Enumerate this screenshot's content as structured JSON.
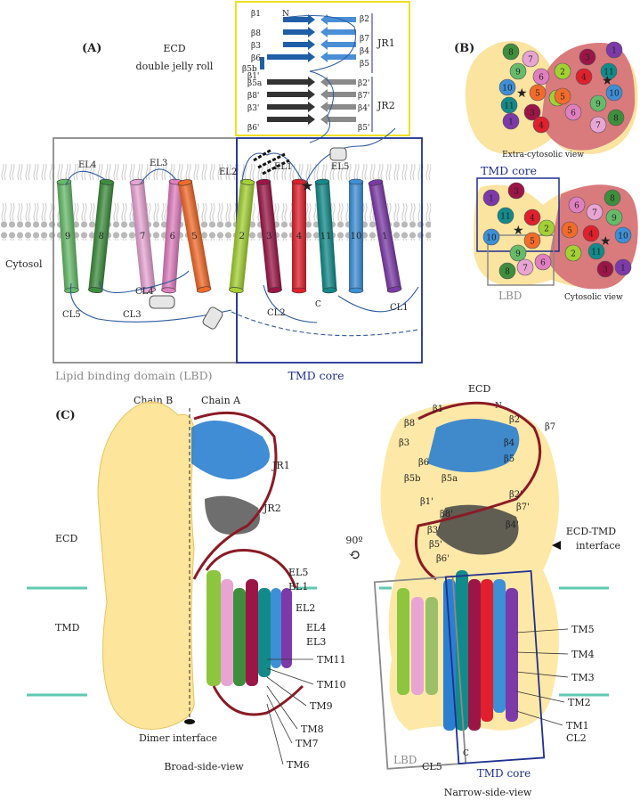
{
  "panel_a": {
    "label": "(A)",
    "ecd_title_line1": "ECD",
    "ecd_title_line2": "double jelly roll",
    "jr1_label": "JR1",
    "jr2_label": "JR2",
    "jr1_strands_left": [
      "β1",
      "β8",
      "β3",
      "β6",
      "β5b",
      "β5a"
    ],
    "jr1_strands_right": [
      "β2",
      "β7",
      "β4",
      "β5"
    ],
    "jr2_strands_left": [
      "β1'",
      "β8'",
      "β3'",
      "β6'"
    ],
    "jr2_strands_right": [
      "β2'",
      "β7'",
      "β4'",
      "β5'"
    ],
    "n_term": "N",
    "c_term": "C",
    "cytosol_label": "Cytosol",
    "helices": [
      {
        "label": "9",
        "color": "#66bb6a"
      },
      {
        "label": "8",
        "color": "#3e8e3e"
      },
      {
        "label": "7",
        "color": "#e8a5d4"
      },
      {
        "label": "6",
        "color": "#e07fbf"
      },
      {
        "label": "5",
        "color": "#f26b2a"
      },
      {
        "label": "2",
        "color": "#a3d133"
      },
      {
        "label": "3",
        "color": "#9b1646"
      },
      {
        "label": "4",
        "color": "#e0202c"
      },
      {
        "label": "11",
        "color": "#128a8a"
      },
      {
        "label": "10",
        "color": "#3d8fd6"
      },
      {
        "label": "1",
        "color": "#7c3aa8"
      }
    ],
    "loops_top": [
      "EL4",
      "EL3",
      "EL2",
      "EL1",
      "EL5"
    ],
    "loops_bottom": [
      "CL5",
      "CL4",
      "CL3",
      "CL2",
      "CL1"
    ],
    "lbd_label": "Lipid binding domain (LBD)",
    "tmd_label": "TMD core"
  },
  "panel_b": {
    "label": "(B)",
    "top_caption": "Extra-cytosolic view",
    "bottom_caption": "Cytosolic view",
    "tmd_label": "TMD core",
    "lbd_label": "LBD",
    "top_left_circles": [
      "8",
      "7",
      "9",
      "6",
      "10",
      "5",
      "11",
      "3",
      "1",
      "2",
      "4"
    ],
    "top_right_circles": [
      "3",
      "1",
      "11",
      "4",
      "2",
      "10",
      "5",
      "9",
      "6",
      "7",
      "8"
    ],
    "bottom_left_circles": [
      "1",
      "3",
      "11",
      "4",
      "10",
      "2",
      "5",
      "9",
      "6",
      "7",
      "8"
    ],
    "bottom_right_circles": [
      "8",
      "6",
      "7",
      "9",
      "5",
      "4",
      "10",
      "2",
      "11",
      "3",
      "1"
    ]
  },
  "panel_c": {
    "label": "(C)",
    "chain_b": "Chain B",
    "chain_a": "Chain A",
    "ecd_left": "ECD",
    "tmd_left": "TMD",
    "jr1": "JR1",
    "jr2": "JR2",
    "left_loops": [
      "EL5",
      "EL1",
      "EL2",
      "EL4",
      "EL3"
    ],
    "left_tms": [
      "TM11",
      "TM10",
      "TM9",
      "TM8",
      "TM7",
      "TM6"
    ],
    "dimer_interface": "Dimer interface",
    "broad_view": "Broad-side-view",
    "rotation": "90º",
    "ecd_right": "ECD",
    "n_term": "N",
    "right_strands_left": [
      "β8",
      "β1",
      "β3",
      "β6",
      "β5b",
      "β5a",
      "β1'",
      "β8'",
      "β3'",
      "β5'",
      "β6'"
    ],
    "right_strands_right": [
      "β2",
      "β7",
      "β4",
      "β5",
      "β2'",
      "β7'",
      "β4'"
    ],
    "interface_line1": "ECD-TMD",
    "interface_line2": "interface",
    "right_tms": [
      "TM5",
      "TM4",
      "TM3",
      "TM2",
      "TM1"
    ],
    "cl2": "CL2",
    "cl5": "CL5",
    "c_term": "C",
    "lbd": "LBD",
    "tmd_core": "TMD core",
    "narrow_view": "Narrow-side-view"
  }
}
